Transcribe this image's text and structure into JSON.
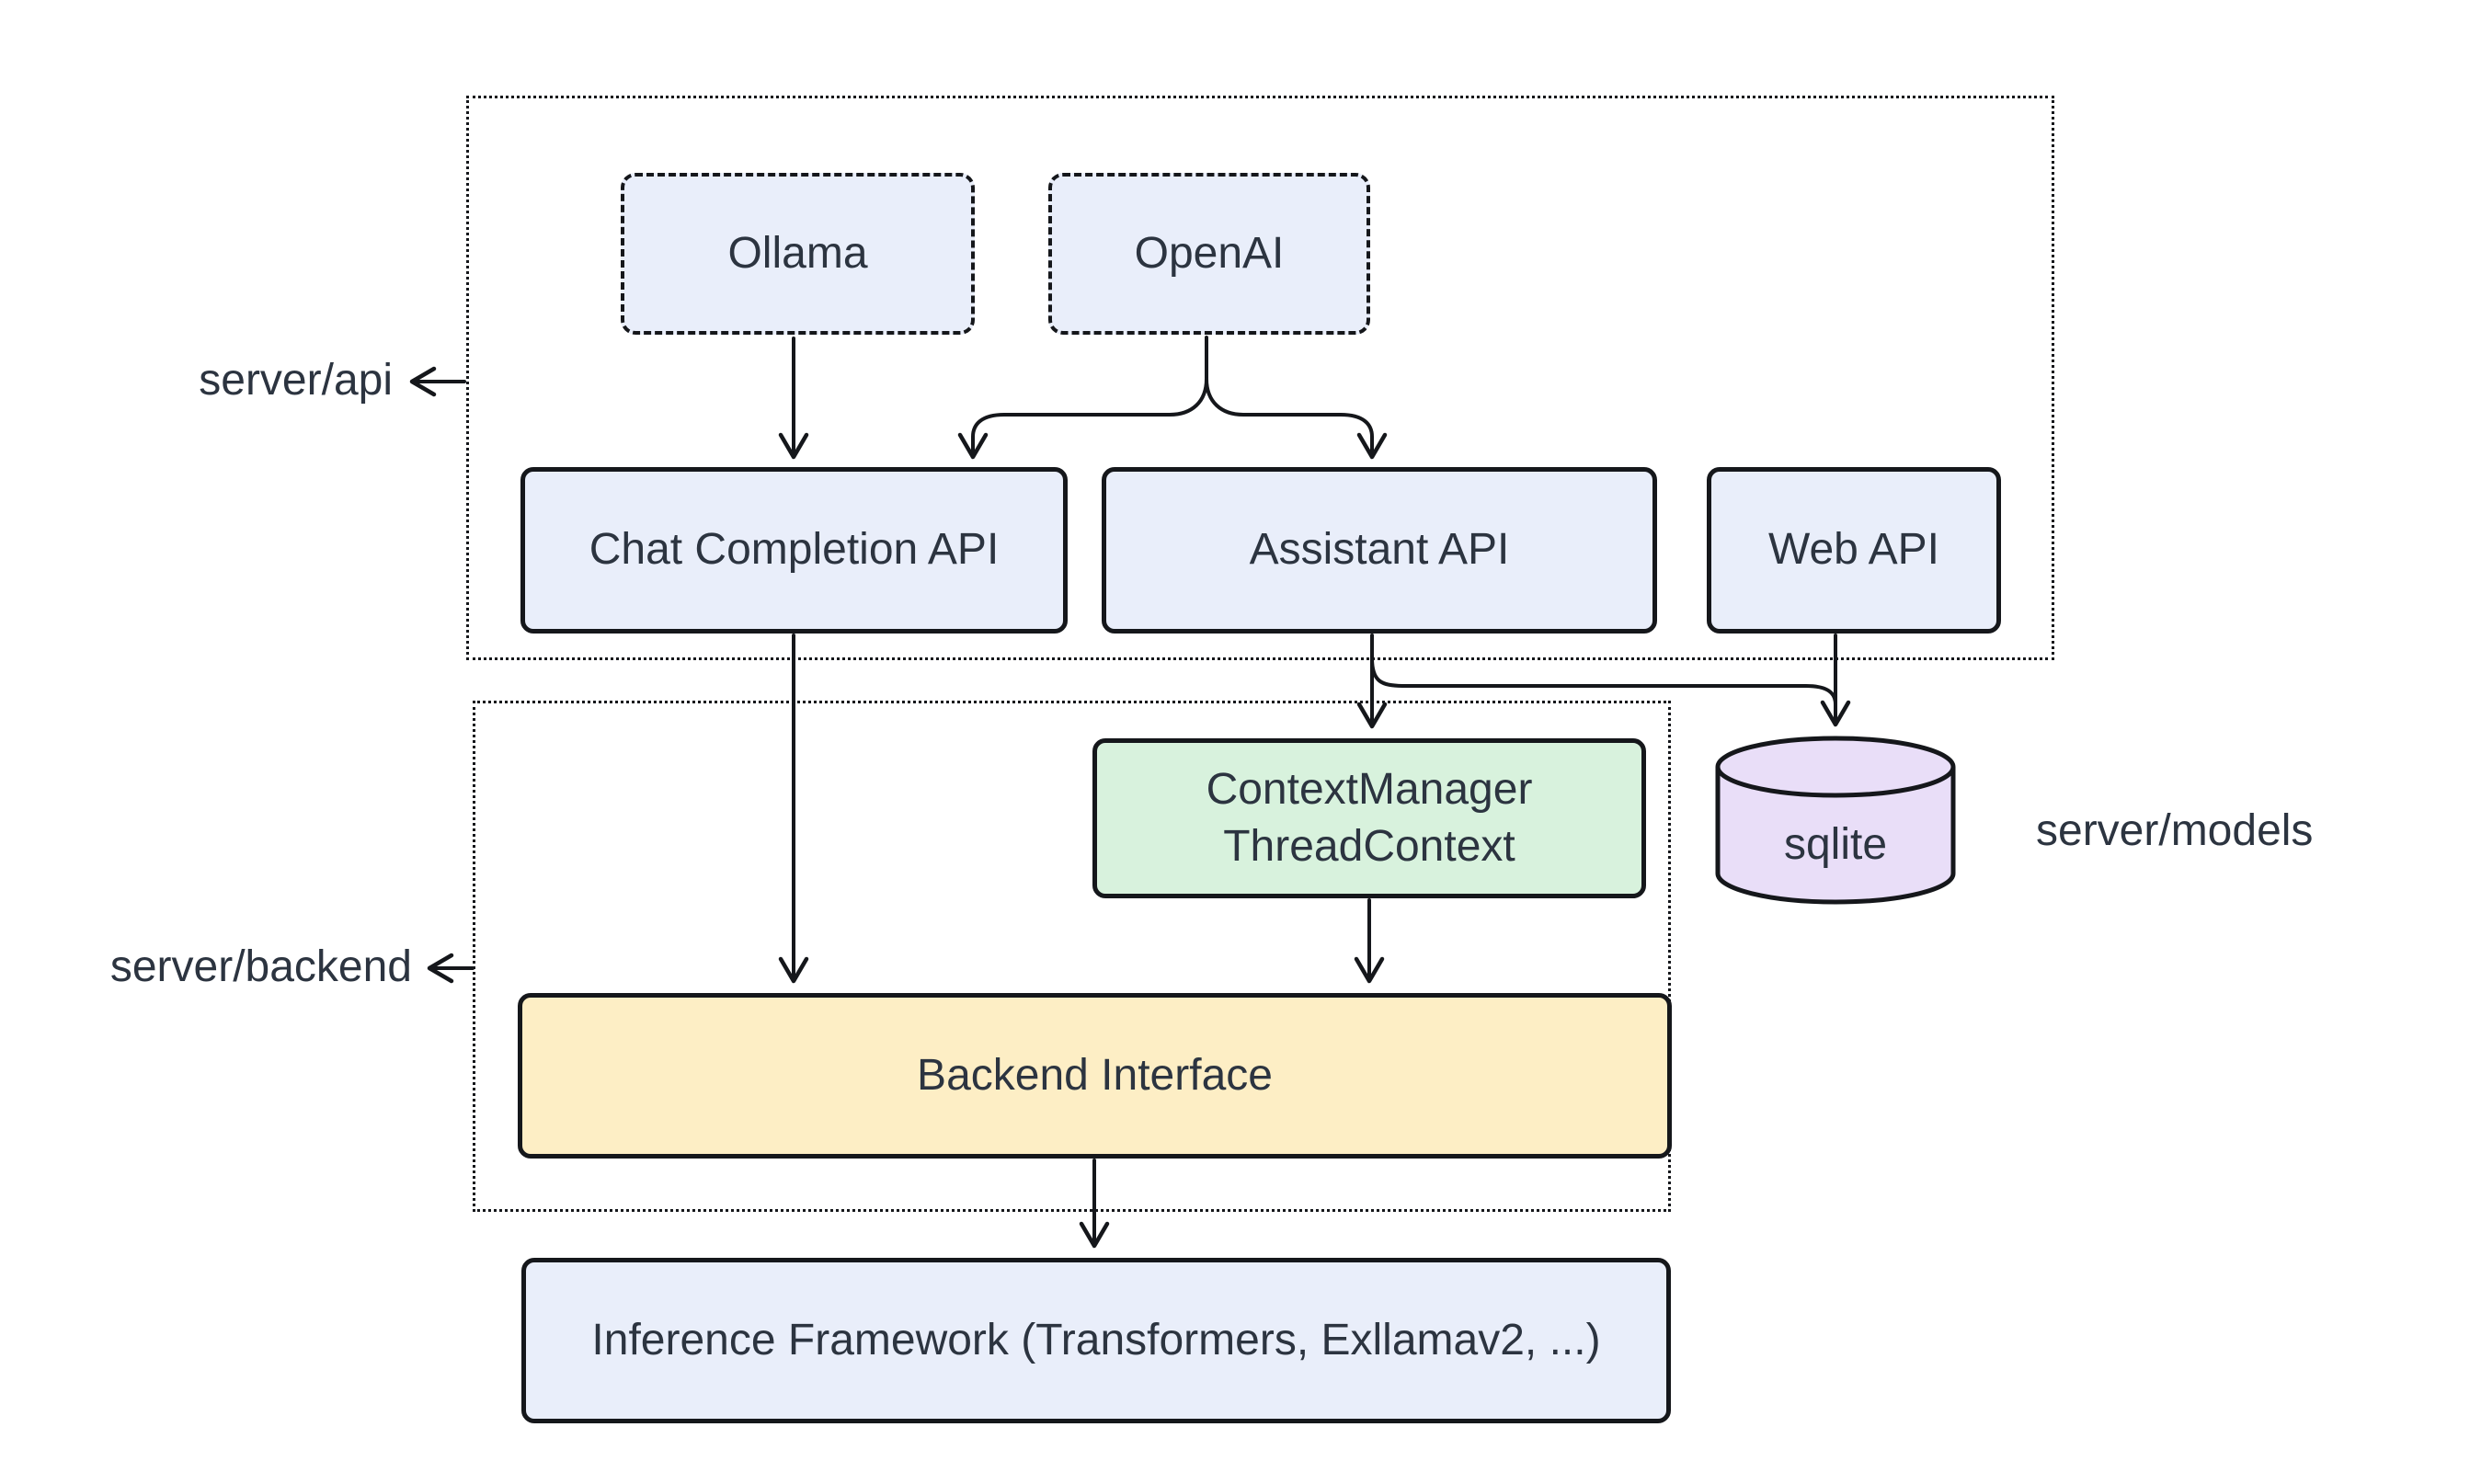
{
  "containers": {
    "server_api": {
      "label": "server/api"
    },
    "server_backend": {
      "label": "server/backend"
    },
    "server_models": {
      "label": "server/models"
    }
  },
  "nodes": {
    "ollama": {
      "label": "Ollama"
    },
    "openai": {
      "label": "OpenAI"
    },
    "chat_completion_api": {
      "label": "Chat Completion API"
    },
    "assistant_api": {
      "label": "Assistant API"
    },
    "web_api": {
      "label": "Web API"
    },
    "context_manager": {
      "line1": "ContextManager",
      "line2": "ThreadContext"
    },
    "backend_interface": {
      "label": "Backend Interface"
    },
    "sqlite": {
      "label": "sqlite"
    },
    "inference_framework": {
      "label": "Inference Framework (Transformers, Exllamav2, ...)"
    }
  },
  "edges": [
    {
      "from": "Ollama",
      "to": "Chat Completion API"
    },
    {
      "from": "OpenAI",
      "to": "Chat Completion API"
    },
    {
      "from": "OpenAI",
      "to": "Assistant API"
    },
    {
      "from": "Chat Completion API",
      "to": "Backend Interface"
    },
    {
      "from": "Assistant API",
      "to": "ContextManager ThreadContext"
    },
    {
      "from": "Assistant API",
      "to": "sqlite"
    },
    {
      "from": "Web API",
      "to": "sqlite"
    },
    {
      "from": "ContextManager ThreadContext",
      "to": "Backend Interface"
    },
    {
      "from": "Backend Interface",
      "to": "Inference Framework (Transformers, Exllamav2, ...)"
    }
  ],
  "colors": {
    "node_blue": "#e9eefa",
    "node_green": "#d8f2dd",
    "node_yellow": "#fdeec5",
    "node_purple": "#e9def8",
    "stroke": "#15171b",
    "text": "#2c3440",
    "background": "#ffffff"
  }
}
